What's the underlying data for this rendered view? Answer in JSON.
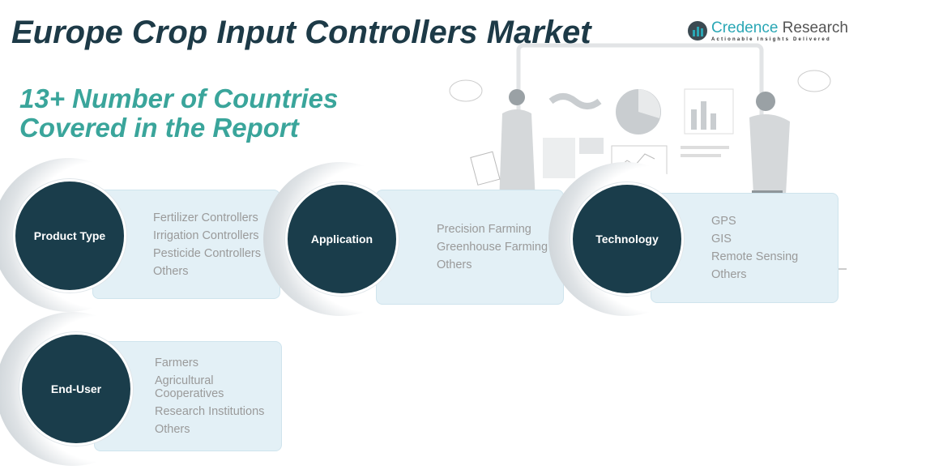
{
  "title": "Europe Crop Input Controllers Market",
  "subtitle": [
    "13+ Number of Countries",
    "Covered in the Report"
  ],
  "logo": {
    "name1": "Credence",
    "name2": " Research",
    "tagline": "Actionable Insights Delivered"
  },
  "segments": [
    {
      "label": "Product  Type",
      "items": [
        "Fertilizer Controllers",
        "Irrigation Controllers",
        "Pesticide Controllers",
        "Others"
      ]
    },
    {
      "label": "Application",
      "items": [
        "Precision Farming",
        "Greenhouse Farming",
        "Others"
      ]
    },
    {
      "label": "Technology",
      "items": [
        "GPS",
        "GIS",
        "Remote Sensing",
        "Others"
      ]
    },
    {
      "label": "End-User",
      "items": [
        "Farmers",
        "Agricultural Cooperatives",
        "Research Institutions",
        "Others"
      ]
    }
  ],
  "colors": {
    "dark": "#1a3d4b",
    "teal": "#3aa59b",
    "box": "#e3f0f6"
  }
}
